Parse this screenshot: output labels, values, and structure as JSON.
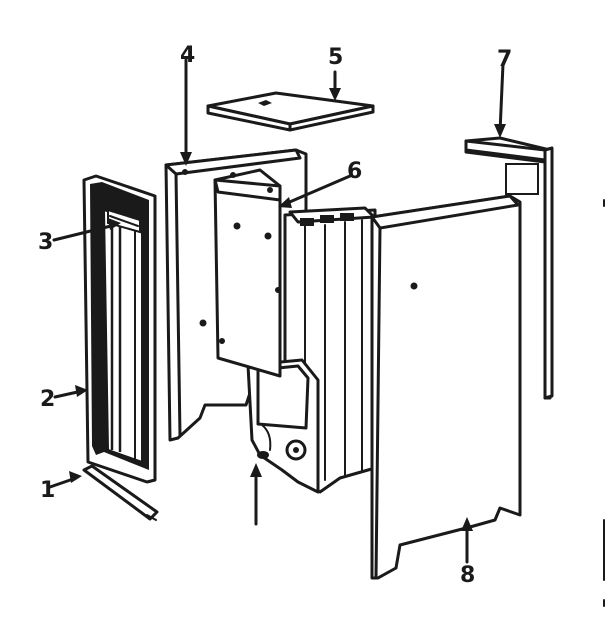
{
  "diagram": {
    "callouts": [
      {
        "id": "1",
        "label": "1"
      },
      {
        "id": "2",
        "label": "2"
      },
      {
        "id": "3",
        "label": "3"
      },
      {
        "id": "4",
        "label": "4"
      },
      {
        "id": "5",
        "label": "5"
      },
      {
        "id": "6",
        "label": "6"
      },
      {
        "id": "7",
        "label": "7"
      },
      {
        "id": "8",
        "label": "8"
      }
    ],
    "colors": {
      "ink": "#1a1a1a",
      "background": "#ffffff"
    }
  }
}
